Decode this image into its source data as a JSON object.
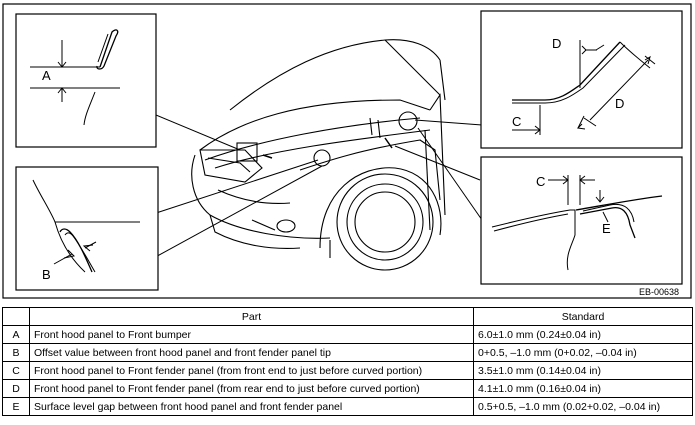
{
  "figure": {
    "code": "EB-00638",
    "callouts": {
      "a": "A",
      "b": "B",
      "c_top": "C",
      "d_upper": "D",
      "d_lower": "D",
      "c_bottom": "C",
      "e": "E"
    }
  },
  "table": {
    "headers": [
      "",
      "Part",
      "Standard"
    ],
    "rows": [
      {
        "letter": "A",
        "part": "Front hood panel to Front bumper",
        "standard": "6.0±1.0 mm (0.24±0.04 in)"
      },
      {
        "letter": "B",
        "part": "Offset value between front hood panel and front fender panel tip",
        "standard": "0+0.5, –1.0 mm (0+0.02, –0.04 in)"
      },
      {
        "letter": "C",
        "part": "Front hood panel to Front fender panel (from front end to just before curved portion)",
        "standard": "3.5±1.0 mm (0.14±0.04 in)"
      },
      {
        "letter": "D",
        "part": "Front hood panel to Front fender panel (from rear end to just before curved portion)",
        "standard": "4.1±1.0 mm (0.16±0.04 in)"
      },
      {
        "letter": "E",
        "part": "Surface level gap between front hood panel and front fender panel",
        "standard": "0.5+0.5, –1.0 mm (0.02+0.02, –0.04 in)"
      }
    ]
  }
}
